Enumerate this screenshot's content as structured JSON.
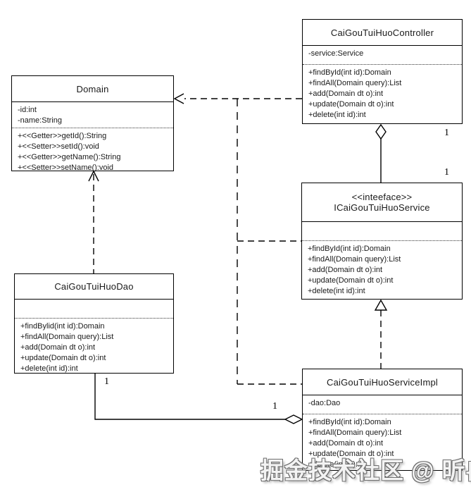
{
  "diagram_title": "UML class diagram - CaiGouTuiHuo module",
  "colors": {
    "line": "#000000",
    "box_bg": "#ffffff",
    "text": "#1a1a1a",
    "watermark": "#f3f3f3"
  },
  "classes": [
    {
      "id": "controller",
      "title_lines": [
        "CaiGouTuiHuoController"
      ],
      "attributes": [
        "-service:Service"
      ],
      "methods": [
        "+findById(int id):Domain",
        "+findAll(Domain query):List",
        "+add(Domain dt o):int",
        "+update(Domain dt o):int",
        "+delete(int id):int"
      ]
    },
    {
      "id": "domain",
      "title_lines": [
        "Domain"
      ],
      "attributes": [
        "-id:int",
        "-name:String"
      ],
      "methods": [
        "+<<Getter>>getId():String",
        "+<<Setter>>setId():void",
        "+<<Getter>>getName():String",
        "+<<Setter>>setName():void"
      ]
    },
    {
      "id": "service-interface",
      "title_lines": [
        "<<inteeface>>",
        "ICaiGouTuiHuoService"
      ],
      "attributes": [],
      "methods": [
        "+findById(int id):Domain",
        "+findAll(Domain query):List",
        "+add(Domain dt o):int",
        "+update(Domain dt o):int",
        "+delete(int id):int"
      ]
    },
    {
      "id": "dao",
      "title_lines": [
        "CaiGouTuiHuoDao"
      ],
      "attributes": [],
      "methods": [
        "+findBylid(int id):Domain",
        "+findAll(Domain query):List",
        "+add(Domain dt o):int",
        "+update(Domain dt o):int",
        "+delete(int id):int"
      ]
    },
    {
      "id": "service-impl",
      "title_lines": [
        "CaiGouTuiHuoServiceImpl"
      ],
      "attributes": [
        "-dao:Dao"
      ],
      "methods": [
        "+findById(int id):Domain",
        "+findAll(Domain query):List",
        "+add(Domain dt o):int",
        "+update(Domain dt o):int",
        "+delete(int id):int"
      ]
    }
  ],
  "multiplicities": [
    {
      "text": "1"
    },
    {
      "text": "1"
    },
    {
      "text": "1"
    },
    {
      "text": "1"
    }
  ],
  "watermark_text": "掘金技术社区 @ 昕冉"
}
